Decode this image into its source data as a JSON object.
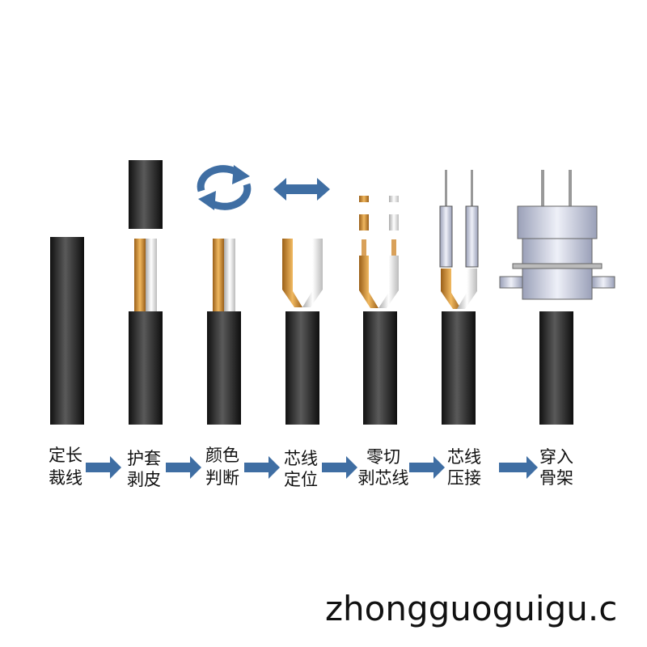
{
  "steps": [
    {
      "line1": "定长",
      "line2": "裁线"
    },
    {
      "line1": "护套",
      "line2": "剥皮"
    },
    {
      "line1": "颜色",
      "line2": "判断"
    },
    {
      "line1": "芯线",
      "line2": "定位"
    },
    {
      "line1": "零切",
      "line2": "剥芯线"
    },
    {
      "line1": "芯线",
      "line2": "压接"
    },
    {
      "line1": "穿入",
      "line2": "骨架"
    }
  ],
  "watermark": "zhongguoguigu.c",
  "colors": {
    "cable": "#2a2a2a",
    "copper": "#c98a2e",
    "white_wire": "#e8e8e8",
    "arrow": "#3f6ea3",
    "housing": "#c8ccdc"
  }
}
